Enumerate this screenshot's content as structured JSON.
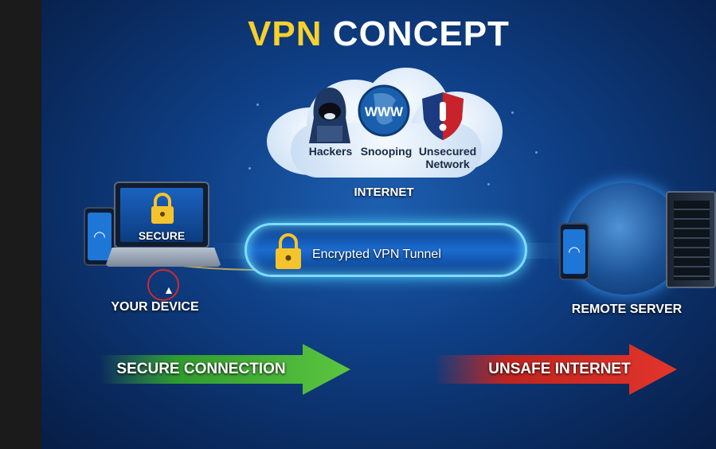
{
  "title": {
    "part1": "VPN",
    "part2": "CONCEPT"
  },
  "cloud": {
    "items": [
      {
        "icon": "hacker-icon",
        "label": "Hackers"
      },
      {
        "icon": "www-globe-icon",
        "label": "Snooping"
      },
      {
        "icon": "warning-shield-icon",
        "label_line1": "Unsecured",
        "label_line2": "Network"
      }
    ],
    "caption": "INTERNET"
  },
  "device": {
    "screen_text": "SECURE",
    "caption": "YOUR DEVICE"
  },
  "tunnel": {
    "label": "Encrypted VPN Tunnel"
  },
  "server": {
    "caption": "REMOTE SERVER"
  },
  "arrows": {
    "left": "SECURE CONNECTION",
    "right": "UNSAFE INTERNET"
  },
  "colors": {
    "accent": "#f7d02c",
    "safe": "#3fae3a",
    "unsafe": "#d9302a",
    "glow": "#7fdcff"
  }
}
